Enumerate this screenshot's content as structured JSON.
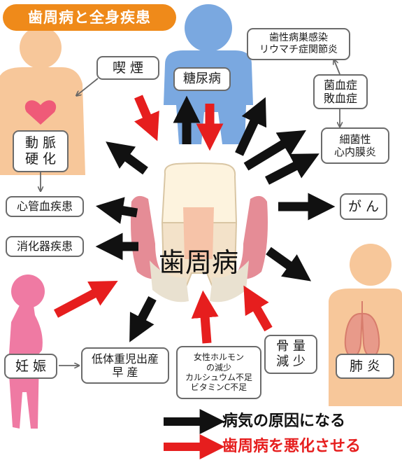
{
  "title": "歯周病と全身疾患",
  "center": "歯周病",
  "boxes": {
    "smoking": "喫 煙",
    "diabetes": "糖尿病",
    "rheum": "歯性病巣感染\nリウマチ症関節炎",
    "sepsis": "菌血症\n敗血症",
    "endocarditis": "細菌性\n心内膜炎",
    "cancer": "が ん",
    "arterio": "動 脈\n硬 化",
    "cardio": "心管血疾患",
    "digestive": "消化器疾患",
    "pregnancy": "妊 娠",
    "lowweight": "低体重児出産\n早 産",
    "hormone": "女性ホルモン\nの減少\nカルシュウム不足\nビタミンC不足",
    "bone": "骨 量\n減 少",
    "pneumonia": "肺 炎"
  },
  "legend": {
    "black": "病気の原因になる",
    "red": "歯周病を悪化させる"
  },
  "colors": {
    "title_bg": "#ef8a1a",
    "red_arrow": "#e61e1e",
    "black_arrow": "#111111",
    "skin": "#f7c79a",
    "diabetic_figure": "#7aa8e0",
    "pregnant_figure": "#ef7aa3",
    "heart": "#ef5a78",
    "lungs": "#e89a8a"
  }
}
